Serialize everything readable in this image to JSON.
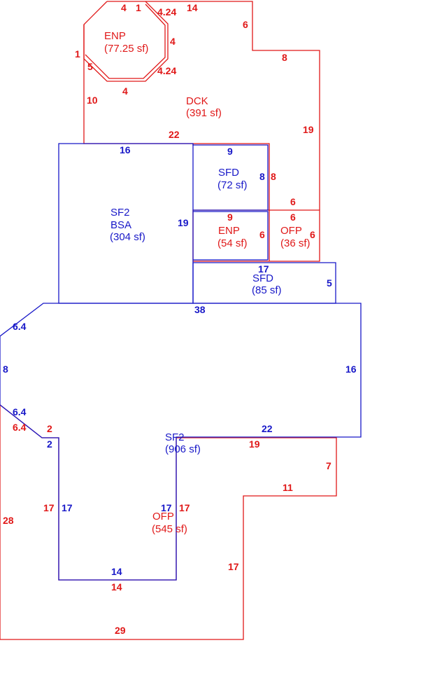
{
  "colors": {
    "red": "#e01818",
    "blue": "#1818c8"
  },
  "areas": {
    "enp_top": {
      "name": "ENP",
      "size": "(77.25 sf)"
    },
    "dck": {
      "name": "DCK",
      "size": "(391 sf)"
    },
    "sfd_72": {
      "name": "SFD",
      "size": "(72 sf)"
    },
    "sf2_bsa": {
      "name1": "SF2",
      "name2": "BSA",
      "size": "(304 sf)"
    },
    "enp_54": {
      "name": "ENP",
      "size": "(54 sf)"
    },
    "ofp_36": {
      "name": "OFP",
      "size": "(36 sf)"
    },
    "sfd_85": {
      "name": "SFD",
      "size": "(85 sf)"
    },
    "sf2_906": {
      "name": "SF2",
      "size": "(906 sf)"
    },
    "ofp_545": {
      "name": "OFP",
      "size": "(545 sf)"
    }
  },
  "dims": {
    "enp_top_1": "4",
    "enp_top_2": "1",
    "enp_diag_tr": "4.24",
    "enp_right": "4",
    "enp_diag_br": "4.24",
    "enp_bottom": "4",
    "enp_left_1": "1",
    "enp_diag_l": "5",
    "dck_14": "14",
    "dck_6": "6",
    "dck_8": "8",
    "dck_19": "19",
    "dck_10": "10",
    "dck_22": "22",
    "bsa_16": "16",
    "bsa_19": "19",
    "sfd72_9": "9",
    "sfd72_8b": "8",
    "sfd72_8r": "8",
    "enp54_9": "9",
    "enp54_6": "6",
    "ofp36_6t": "6",
    "ofp36_6r": "6",
    "dck_6b": "6",
    "sfd85_17": "17",
    "sfd85_5": "5",
    "main_38": "38",
    "main_64a": "6.4",
    "main_8": "8",
    "main_16": "16",
    "main_64b": "6.4",
    "main_2": "2",
    "main_22": "22",
    "main_17l": "17",
    "main_17r": "17",
    "main_14": "14",
    "ofp_64": "6.4",
    "ofp_2": "2",
    "ofp_28": "28",
    "ofp_17l": "17",
    "ofp_17r": "17",
    "ofp_14": "14",
    "ofp_19": "19",
    "ofp_7": "7",
    "ofp_11": "11",
    "ofp_17b": "17",
    "ofp_29": "29"
  }
}
